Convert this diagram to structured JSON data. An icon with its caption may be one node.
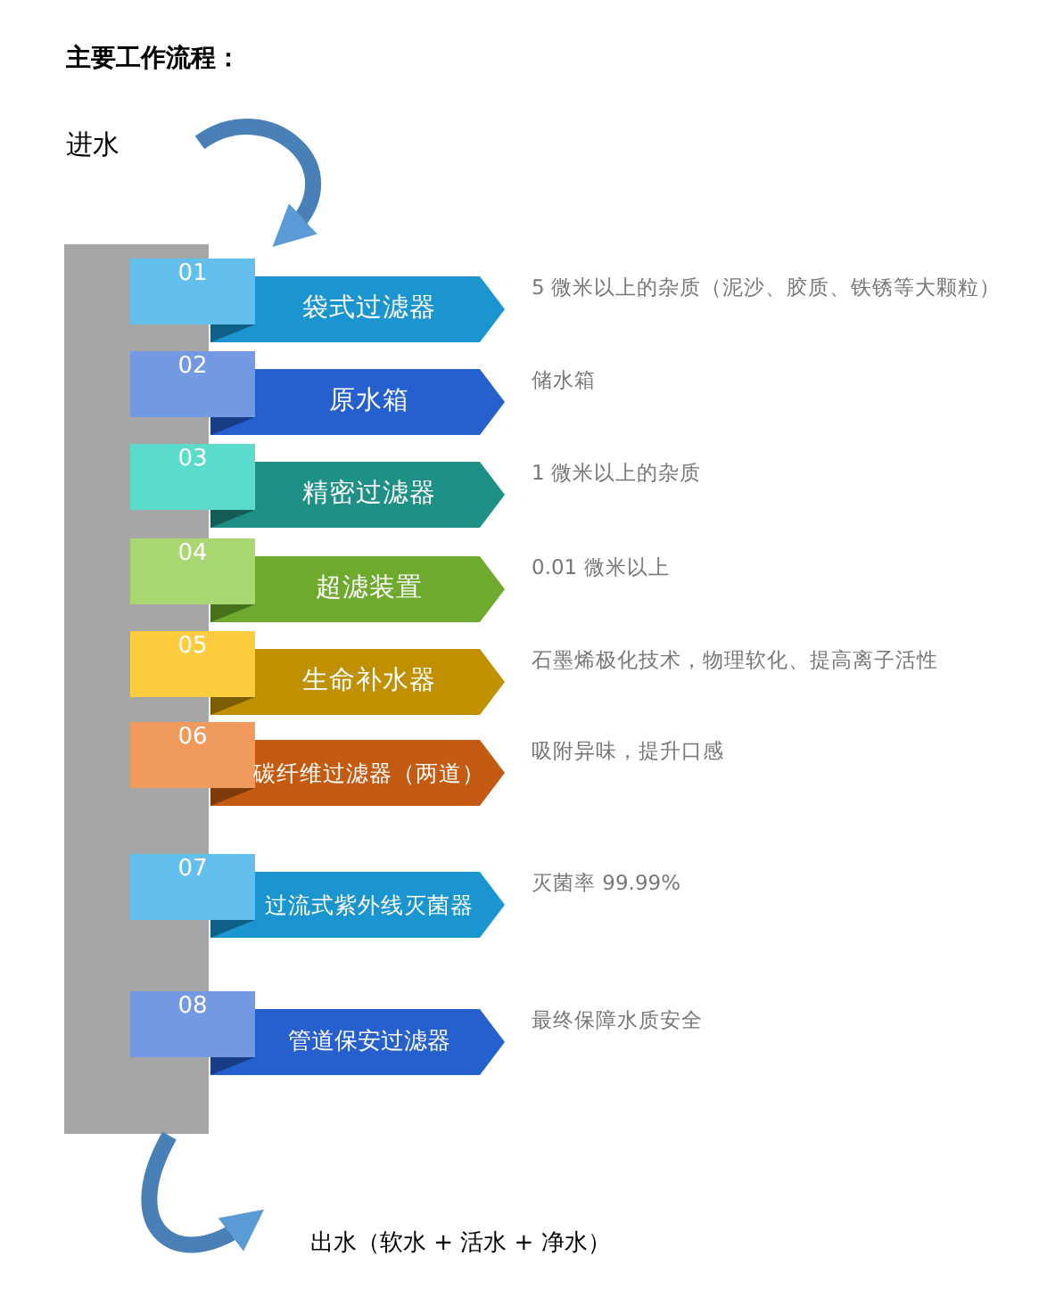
{
  "diagram": {
    "title": "主要工作流程：",
    "nodes": [
      {
        "text": [
          "进水"
        ]
      },
      {
        "text": [
          "01",
          "袋式过滤器"
        ],
        "beside": [
          "5 微米以上的杂质（泥沙、胶质、铁锈等大颗粒）"
        ]
      },
      {
        "text": [
          "02",
          "原水箱"
        ],
        "beside": [
          "储水箱"
        ]
      },
      {
        "text": [
          "03",
          "精密过滤器"
        ],
        "beside": [
          "1 微米以上的杂质"
        ]
      },
      {
        "text": [
          "04",
          "超滤装置"
        ],
        "beside": [
          "0.01 微米以上"
        ]
      },
      {
        "text": [
          "05",
          "生命补水器"
        ],
        "beside": [
          "石墨烯极化技术，物理软化、提高离子活性"
        ]
      },
      {
        "text": [
          "06",
          "碳纤维过滤器（两道）"
        ],
        "beside": [
          "吸附异味，提升口感"
        ]
      },
      {
        "text": [
          "07",
          "过流式紫外线灭菌器"
        ],
        "beside": [
          "灭菌率 99.99%"
        ]
      },
      {
        "text": [
          "08",
          "管道保安过滤器"
        ],
        "beside": [
          "最终保障水质安全"
        ]
      },
      {
        "text": [
          "出水（软水 + 活水 + 净水）"
        ]
      }
    ],
    "edges": [
      {
        "from": 0,
        "to": 1,
        "arrow": "to"
      },
      {
        "from": null,
        "to": 9,
        "arrow": "to"
      }
    ]
  }
}
